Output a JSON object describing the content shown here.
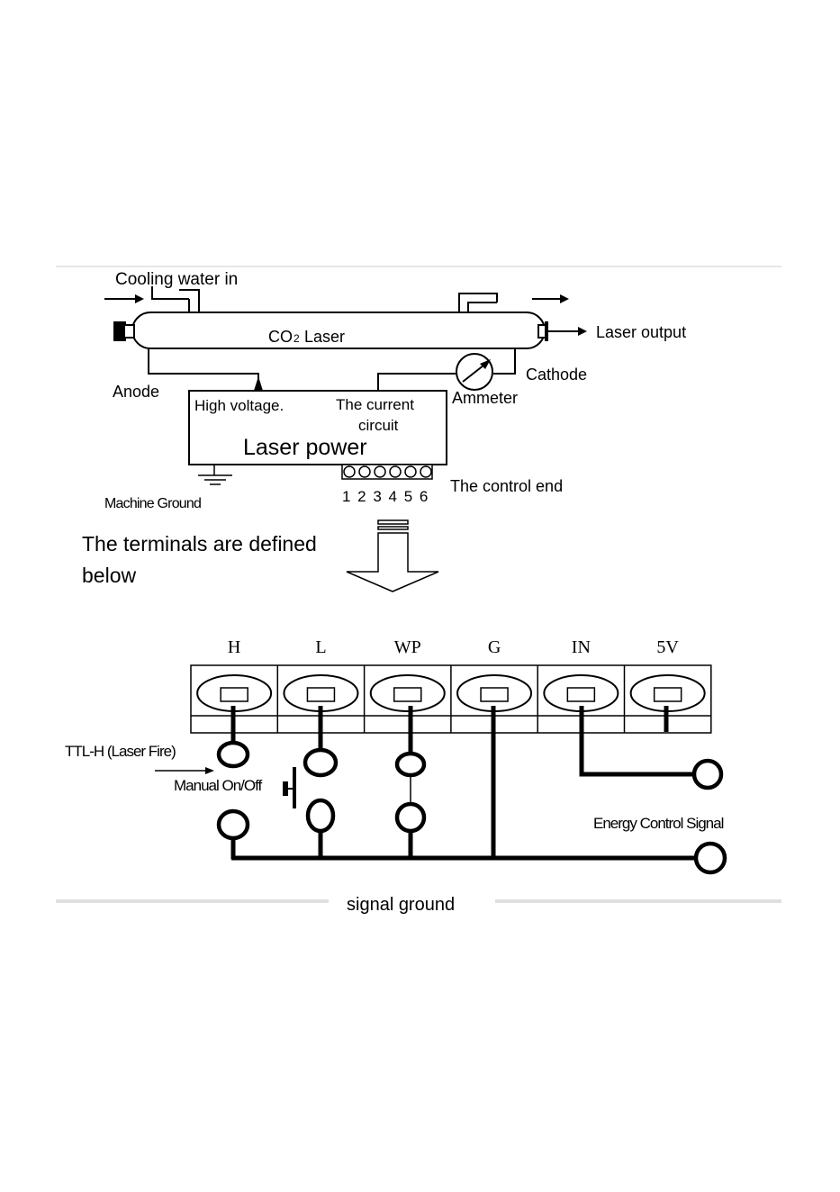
{
  "top_diagram": {
    "cooling_water_in": "Cooling water in",
    "laser_tube": {
      "co": "CO",
      "subscript": "2",
      "laser": "Laser"
    },
    "laser_output": "Laser output",
    "cathode": "Cathode",
    "anode": "Anode",
    "ammeter": "Ammeter",
    "power_box": {
      "high_voltage": "High voltage.",
      "current_circuit_line1": "The current",
      "current_circuit_line2": "circuit",
      "title": "Laser power"
    },
    "machine_ground": "Machine Ground",
    "control_numbers": "1 2 3 4 5 6",
    "control_end": "The control end",
    "terminals_defined_line1": "The terminals are defined",
    "terminals_defined_line2": "below"
  },
  "terminals": {
    "labels": [
      "H",
      "L",
      "WP",
      "G",
      "IN",
      "5V"
    ]
  },
  "wiring": {
    "ttl_h": "TTL-H (Laser Fire)",
    "manual_on_off": "Manual On/Off",
    "energy_control_signal": "Energy Control Signal",
    "signal_ground": "signal ground"
  }
}
